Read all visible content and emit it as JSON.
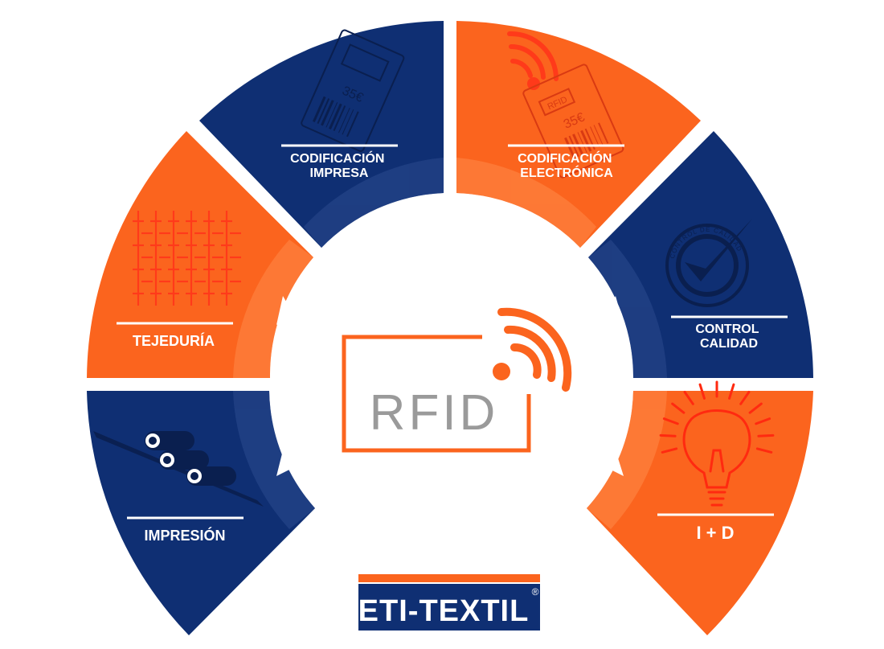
{
  "colors": {
    "navy": "#0f2f73",
    "orange": "#fb641e",
    "white": "#ffffff",
    "gray": "#9a9a9a",
    "ring_navy": "#2c4a8e",
    "ring_orange": "#ff8a48"
  },
  "segments": [
    {
      "id": "tejeduria",
      "lines": [
        "TEJEDURÍA"
      ],
      "color": "orange",
      "icon": "weave-icon"
    },
    {
      "id": "codificacion-impresa",
      "lines": [
        "CODIFICACIÓN",
        "IMPRESA"
      ],
      "color": "navy",
      "icon": "barcode-tag-icon"
    },
    {
      "id": "codificacion-electronica",
      "lines": [
        "CODIFICACIÓN",
        "ELECTRÓNICA"
      ],
      "color": "orange",
      "icon": "rfid-tag-icon"
    },
    {
      "id": "control-calidad",
      "lines": [
        "CONTROL",
        "CALIDAD"
      ],
      "color": "navy",
      "icon": "quality-check-icon"
    },
    {
      "id": "impresion",
      "lines": [
        "IMPRESIÓN"
      ],
      "color": "navy",
      "icon": "printing-rollers-icon"
    },
    {
      "id": "i-d",
      "lines": [
        "I + D"
      ],
      "color": "orange",
      "icon": "lightbulb-icon"
    }
  ],
  "center": {
    "text": "RFID"
  },
  "icons": {
    "price_impresa": "35€",
    "price_electronica": "35€",
    "tag_rfid": "RFID",
    "seal_text": "CONTROL DE CALIDAD"
  },
  "logo": {
    "text": "ETI-TEXTIL",
    "registered": "®"
  }
}
